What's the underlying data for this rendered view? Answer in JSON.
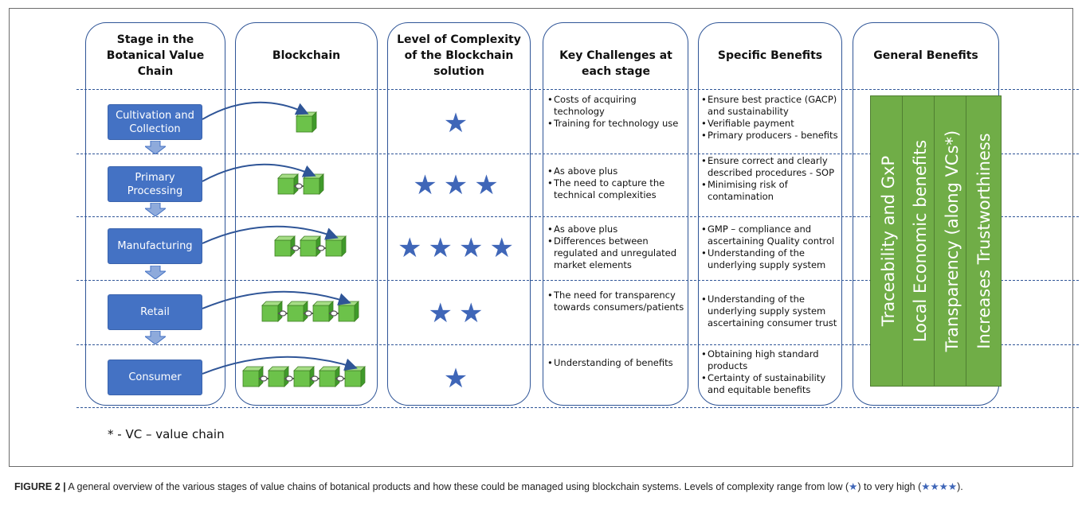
{
  "headers": {
    "stage": "Stage in the Botanical Value Chain",
    "blockchain": "Blockchain",
    "complexity": "Level of Complexity of the Blockchain solution",
    "challenges": "Key Challenges at each stage",
    "specific": "Specific Benefits",
    "general": "General Benefits"
  },
  "rows": [
    {
      "stage": "Cultivation and Collection",
      "blocks": 1,
      "stars_level": 1,
      "stars": "★",
      "challenges": [
        "Costs of acquiring technology",
        "Training for technology use"
      ],
      "benefits": [
        "Ensure best practice (GACP) and sustainability",
        "Verifiable payment",
        "Primary producers - benefits"
      ]
    },
    {
      "stage": "Primary Processing",
      "blocks": 2,
      "stars_level": 3,
      "stars": "★★★",
      "challenges": [
        "As above plus",
        "The need to capture the technical complexities"
      ],
      "benefits": [
        "Ensure correct and clearly described procedures - SOP",
        "Minimising risk of contamination"
      ]
    },
    {
      "stage": "Manufacturing",
      "blocks": 3,
      "stars_level": 4,
      "stars": "★★★★",
      "challenges": [
        "As above plus",
        "Differences between regulated and unregulated market elements"
      ],
      "benefits": [
        "GMP – compliance and ascertaining Quality control",
        "Understanding of the underlying supply system"
      ]
    },
    {
      "stage": "Retail",
      "blocks": 4,
      "stars_level": 2,
      "stars": "★★",
      "challenges": [
        "The need for transparency towards consumers/patients"
      ],
      "benefits": [
        "Understanding of the underlying supply system ascertaining consumer trust"
      ]
    },
    {
      "stage": "Consumer",
      "blocks": 5,
      "stars_level": 1,
      "stars": "★",
      "challenges": [
        "Understanding of benefits"
      ],
      "benefits": [
        "Obtaining high standard products",
        "Certainty of sustainability and equitable benefits"
      ]
    }
  ],
  "general_benefits": [
    "Traceability and GxP",
    "Local Economic benefits",
    "Transparency (along VCs*)",
    "Increases Trustworthiness"
  ],
  "footnote": "* - VC – value chain",
  "caption": {
    "label": "FIGURE 2 |",
    "text": "A general overview of the various stages of value chains of botanical products and how these could be managed using blockchain systems. Levels of complexity range from low (",
    "low_symbol": "★",
    "mid": ") to very high (",
    "high_symbol": "★★★★",
    "end": ")."
  },
  "colors": {
    "stage_box": "#4472c4",
    "star": "#3f66b8",
    "general_bar": "#70ad47",
    "block": "#6cc24a",
    "border": "#2f5597"
  }
}
